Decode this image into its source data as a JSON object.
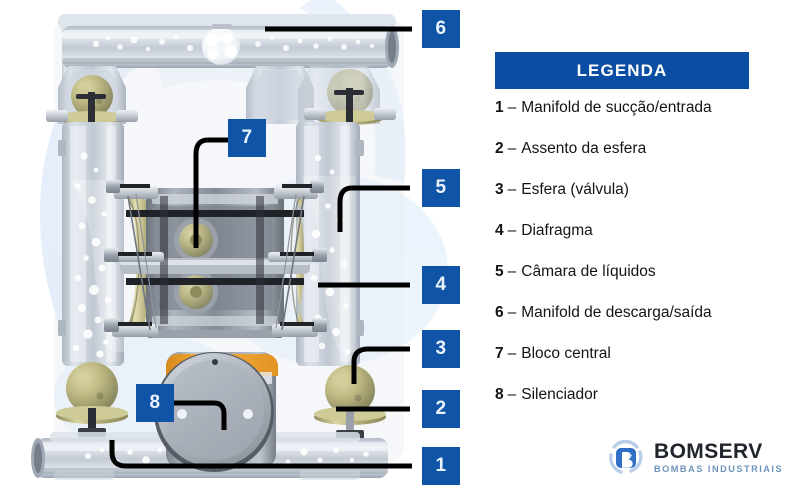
{
  "legend": {
    "header": "LEGENDA",
    "items": [
      {
        "num": "1",
        "dash": "–",
        "text": "Manifold de sucção/entrada"
      },
      {
        "num": "2",
        "dash": "–",
        "text": "Assento da esfera"
      },
      {
        "num": "3",
        "dash": "–",
        "text": "Esfera (válvula)"
      },
      {
        "num": "4",
        "dash": "–",
        "text": "Diafragma"
      },
      {
        "num": "5",
        "dash": "–",
        "text": "Câmara de líquidos"
      },
      {
        "num": "6",
        "dash": "–",
        "text": "Manifold de descarga/saída"
      },
      {
        "num": "7",
        "dash": "–",
        "text": "Bloco central"
      },
      {
        "num": "8",
        "dash": "–",
        "text": "Silenciador"
      }
    ]
  },
  "callouts": {
    "c1": "1",
    "c2": "2",
    "c3": "3",
    "c4": "4",
    "c5": "5",
    "c6": "6",
    "c7": "7",
    "c8": "8"
  },
  "logo": {
    "mark_letter": "B",
    "name": "BOMSERV",
    "tagline": "BOMBAS INDUSTRIAIS"
  },
  "colors": {
    "callout_blue": "#1054a8",
    "legend_header_blue": "#0b4da2",
    "logo_blue": "#2f6fc4",
    "logo_tagline": "#6f92bd",
    "leader_line": "#000000",
    "background": "#ffffff"
  }
}
